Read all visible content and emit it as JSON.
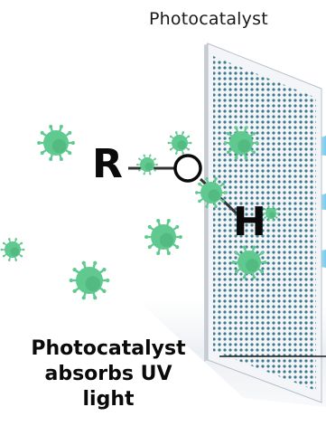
{
  "header": {
    "title": "Photocatalyst"
  },
  "caption": {
    "lines": [
      "Photocatalyst",
      "absorbs UV",
      "light"
    ]
  },
  "molecule": {
    "atom_left": "R",
    "atom_right": "H"
  },
  "colors": {
    "virus": "#5fc98f",
    "virus_dark": "#3f9e6b",
    "panel_light": "#eef1f5",
    "panel_dots": "#2d6f85",
    "uv_light": "#66c6ee",
    "bond": "#333333"
  }
}
